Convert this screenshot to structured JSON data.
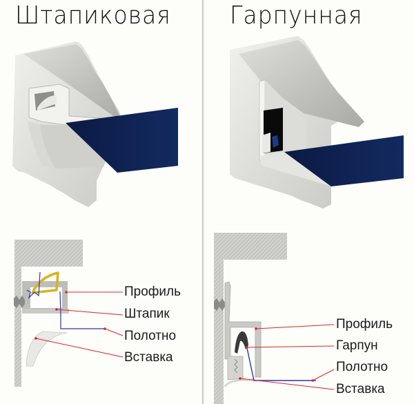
{
  "panels": [
    {
      "title": "Штапиковая",
      "labels": [
        "Профиль",
        "Штапик",
        "Полотно",
        "Вставка"
      ]
    },
    {
      "title": "Гарпунная",
      "labels": [
        "Профиль",
        "Гарпун",
        "Полотно",
        "Вставка"
      ]
    }
  ],
  "colors": {
    "background": "#fdfdf9",
    "canvas": "#0f1e4a",
    "profile": "#e6e6e2",
    "leader_line": "#d6262e",
    "canvas_line": "#2b35b0",
    "shtapik": "#d9b21e",
    "wall_hatch": "#c4c4c0",
    "divider": "#c8c8c4"
  }
}
